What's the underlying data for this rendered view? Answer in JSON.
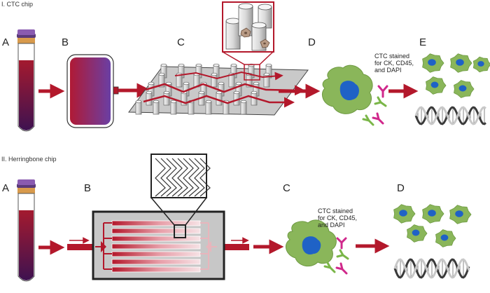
{
  "sections": [
    {
      "title": "I. CTC chip",
      "steps": [
        "A",
        "B",
        "C",
        "D",
        "E"
      ],
      "note": [
        "CTC stained",
        "for CK, CD45,",
        "and DAPI"
      ]
    },
    {
      "title": "II. Herringbone chip",
      "steps": [
        "A",
        "B",
        "C",
        "D"
      ],
      "note": [
        "CTC stained",
        "for CK, CD45,",
        "and DAPI"
      ]
    }
  ],
  "colors": {
    "arrow": "#b3182b",
    "tube_cap": "#8a5bb0",
    "tube_band": "#d89a4c",
    "blood_top": "#a41a2f",
    "blood_bottom": "#3e1250",
    "cell": "#8ab65a",
    "nucleus": "#1f62c6",
    "antibody_magenta": "#d0288b",
    "antibody_green": "#7ab648",
    "chip_gray": "#bdbdbd",
    "dna_light": "#c8c8c8",
    "dna_dark": "#3a3a3a"
  }
}
